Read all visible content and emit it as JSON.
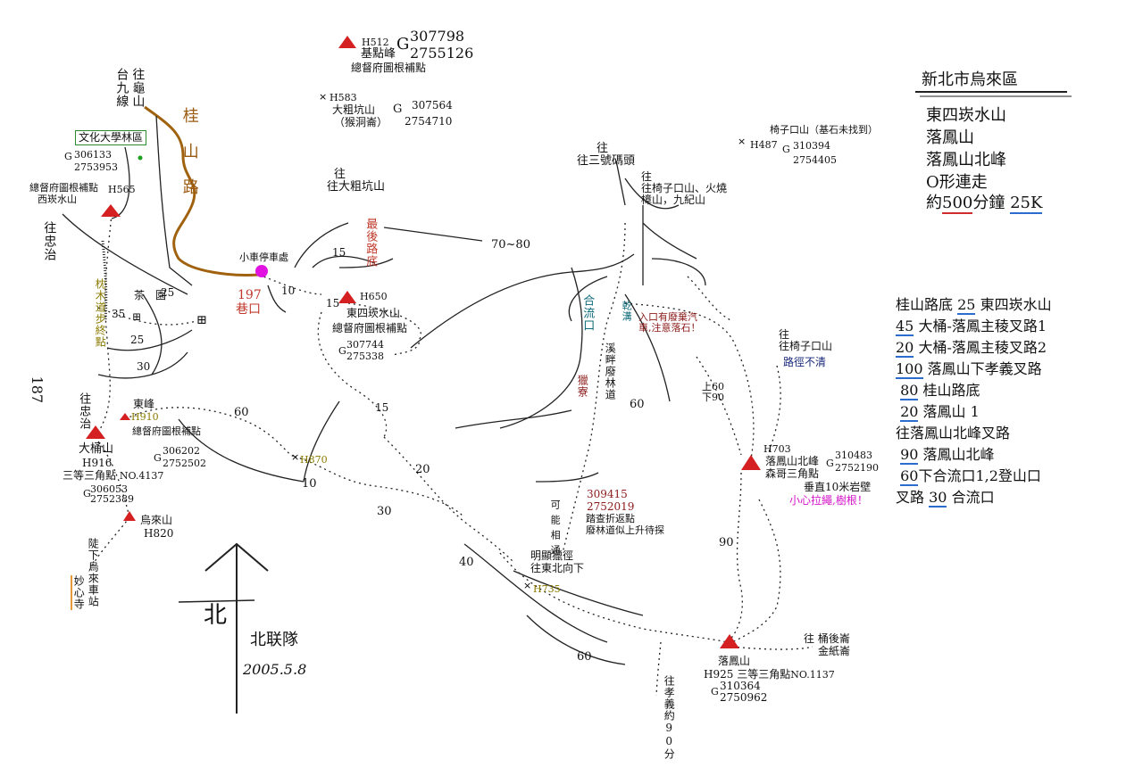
{
  "title_block": {
    "district": "新北市烏來區",
    "peaks": [
      "東四崁水山",
      "落鳳山",
      "落鳳山北峰"
    ],
    "loop": "O形連走",
    "duration_prefix": "約",
    "duration_value": "500",
    "duration_unit": "分鐘",
    "distance": "25K"
  },
  "route_table": [
    {
      "pre": "桂山路底",
      "time": "25",
      "post": "東四崁水山"
    },
    {
      "pre": "",
      "time": "45",
      "post": "大桶-落鳳主稜叉路1"
    },
    {
      "pre": "",
      "time": "20",
      "post": "大桶-落鳳主稜叉路2"
    },
    {
      "pre": "",
      "time": "100",
      "post": "落鳳山下孝義叉路"
    },
    {
      "pre": "",
      "time": "80",
      "post": "桂山路底"
    },
    {
      "pre": "",
      "time": "20",
      "post": "落鳳山 1"
    },
    {
      "pre": "往落鳳山北峰叉路",
      "time": "",
      "post": ""
    },
    {
      "pre": "",
      "time": "90",
      "post": "落鳳山北峰"
    },
    {
      "pre": "",
      "time": "60",
      "post": "下合流口1,2登山口"
    },
    {
      "pre": "叉路",
      "time": "30",
      "post": "合流口"
    }
  ],
  "peaks": {
    "jidian": {
      "h": "H512",
      "name": "基點峰",
      "g1": "307798",
      "g2": "2755126",
      "note": "總督府圖根補點"
    },
    "dacukeng": {
      "h": "H583",
      "name": "大粗坑山",
      "alt": "（猴洞崙）",
      "g1": "307564",
      "g2": "2754710"
    },
    "yizikou": {
      "h": "H487",
      "name": "椅子口山（基石未找到）",
      "g1": "310394",
      "g2": "2754405"
    },
    "xikan": {
      "h": "H565",
      "name1": "總督府圖根補點",
      "name2": "西崁水山",
      "g1": "306133",
      "g2": "2753953"
    },
    "dongsikan": {
      "h": "H650",
      "name": "東四崁水山",
      "note": "總督府圖根補點",
      "g1": "307744",
      "g2": "275338"
    },
    "dongfeng": {
      "name": "東峰",
      "h": "H910",
      "note": "總督府圖根補點"
    },
    "datong": {
      "name": "大桶山",
      "h": "H916",
      "note": "三等三角點",
      "no": "NO.4137",
      "g1": "306202",
      "g2": "2752502",
      "g3": "306053",
      "g4": "2752389"
    },
    "wulai": {
      "name": "烏來山",
      "h": "H820"
    },
    "luofeng_n": {
      "h": "H703",
      "name1": "落鳳山北峰",
      "name2": "森哥三角點",
      "g1": "310483",
      "g2": "2752190"
    },
    "luofeng": {
      "name": "落鳳山",
      "h": "H925",
      "note": "三等三角點",
      "no": "NO.1137",
      "g1": "310364",
      "g2": "2750962"
    }
  },
  "labels": {
    "wenhua": "文化大學林區",
    "to_guishan": "往龜山",
    "tai9": "台九線",
    "guishan_road": "桂山路",
    "to_zhongzhi": "往忠治",
    "to_zhongzhi2": "往忠治",
    "zhenmu": "枕木道步終點",
    "chayuan": "茶園",
    "parking": "小車停車處",
    "lane_no": "197",
    "lane": "巷口",
    "road_end": "最後路底",
    "to_dacu": "往大粗坑山",
    "to_pier": "往三號碼頭",
    "to_yizi": "往椅子口山、火燒樟山，九紀山",
    "entrance_warn": "入口有廢棄汽車,注意落石！",
    "dry": "乾溝",
    "confluence": "合流口",
    "stream_road": "溪畔廢林道",
    "hunting": "獵寮",
    "to_yizi2": "往椅子口山",
    "unclear": "路徑不清",
    "updown": "上60下90",
    "cliff": "垂直10米岩壁",
    "careful": "小心拉繩,樹根！",
    "coord_red": "309415",
    "coord_red2": "2752019",
    "trace_note": "踏查折返點",
    "trace_note2": "廢林道似上升待探",
    "passable": "可能相通",
    "hunting_trail": "明顯獵徑",
    "hunting_trail2": "往東北向下",
    "h735": "H735",
    "h870": "H870",
    "to_wulai_down": "陡下烏來車站",
    "miaoxin": "妙心寺",
    "to_tonghou": "往 桶後崙",
    "tonghou2": "金紙崙",
    "to_xiaoyi": "往孝義約90分",
    "north": "北",
    "team": "北联隊",
    "date": "2005.5.8",
    "page": "187"
  },
  "trail_times": [
    "15",
    "15",
    "10",
    "25",
    "35",
    "25",
    "30",
    "70~80",
    "60",
    "20",
    "10",
    "30",
    "40",
    "60",
    "90",
    "60",
    "15"
  ],
  "colors": {
    "triangle": "#d42020",
    "road": "#a0620e",
    "parking": "#e012e0",
    "accent_red": "#c0392b"
  }
}
